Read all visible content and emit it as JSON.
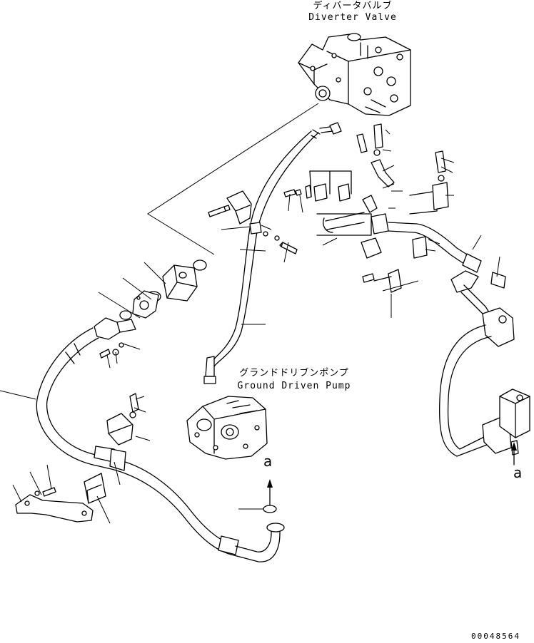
{
  "labels": {
    "diverter_valve_jp": "ディバータバルブ",
    "diverter_valve_en": "Diverter Valve",
    "ground_pump_jp": "グランドドリブンポンプ",
    "ground_pump_en": "Ground Driven Pump",
    "view_mark_left": "a",
    "view_mark_right": "a",
    "drawing_number": "00048564"
  }
}
